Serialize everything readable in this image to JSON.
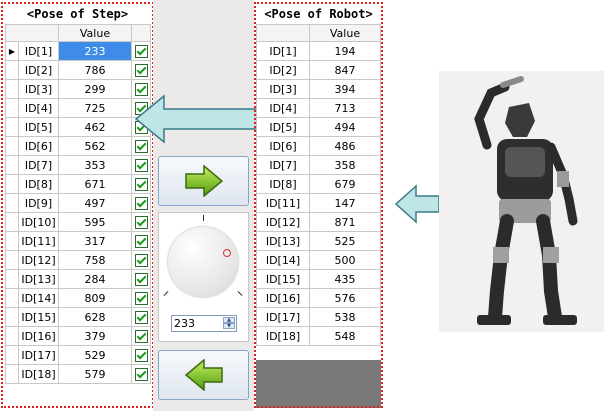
{
  "step_panel": {
    "title": "<Pose of Step>",
    "column_header": "Value",
    "active_index": 0,
    "rows": [
      {
        "id": "ID[1]",
        "value": "233",
        "checked": true
      },
      {
        "id": "ID[2]",
        "value": "786",
        "checked": true
      },
      {
        "id": "ID[3]",
        "value": "299",
        "checked": true
      },
      {
        "id": "ID[4]",
        "value": "725",
        "checked": true
      },
      {
        "id": "ID[5]",
        "value": "462",
        "checked": true
      },
      {
        "id": "ID[6]",
        "value": "562",
        "checked": true
      },
      {
        "id": "ID[7]",
        "value": "353",
        "checked": true
      },
      {
        "id": "ID[8]",
        "value": "671",
        "checked": true
      },
      {
        "id": "ID[9]",
        "value": "497",
        "checked": true
      },
      {
        "id": "ID[10]",
        "value": "595",
        "checked": true
      },
      {
        "id": "ID[11]",
        "value": "317",
        "checked": true
      },
      {
        "id": "ID[12]",
        "value": "758",
        "checked": true
      },
      {
        "id": "ID[13]",
        "value": "284",
        "checked": true
      },
      {
        "id": "ID[14]",
        "value": "809",
        "checked": true
      },
      {
        "id": "ID[15]",
        "value": "628",
        "checked": true
      },
      {
        "id": "ID[16]",
        "value": "379",
        "checked": true
      },
      {
        "id": "ID[17]",
        "value": "529",
        "checked": true
      },
      {
        "id": "ID[18]",
        "value": "579",
        "checked": true
      }
    ]
  },
  "robot_panel": {
    "title": "<Pose of Robot>",
    "column_header": "Value",
    "rows": [
      {
        "id": "ID[1]",
        "value": "194"
      },
      {
        "id": "ID[2]",
        "value": "847"
      },
      {
        "id": "ID[3]",
        "value": "394"
      },
      {
        "id": "ID[4]",
        "value": "713"
      },
      {
        "id": "ID[5]",
        "value": "494"
      },
      {
        "id": "ID[6]",
        "value": "486"
      },
      {
        "id": "ID[7]",
        "value": "358"
      },
      {
        "id": "ID[8]",
        "value": "679"
      },
      {
        "id": "ID[11]",
        "value": "147"
      },
      {
        "id": "ID[12]",
        "value": "871"
      },
      {
        "id": "ID[13]",
        "value": "525"
      },
      {
        "id": "ID[14]",
        "value": "500"
      },
      {
        "id": "ID[15]",
        "value": "435"
      },
      {
        "id": "ID[16]",
        "value": "576"
      },
      {
        "id": "ID[17]",
        "value": "538"
      },
      {
        "id": "ID[18]",
        "value": "548"
      }
    ]
  },
  "knob": {
    "value": "233"
  },
  "colors": {
    "arrow_green": "#6cbf1a",
    "callout_arrow": "#bfe6e6",
    "selection_blue": "#3f8ce8",
    "dotted_border": "#e02020"
  },
  "icons": {
    "send_right": "arrow-right-icon",
    "fetch_left": "arrow-left-icon"
  }
}
